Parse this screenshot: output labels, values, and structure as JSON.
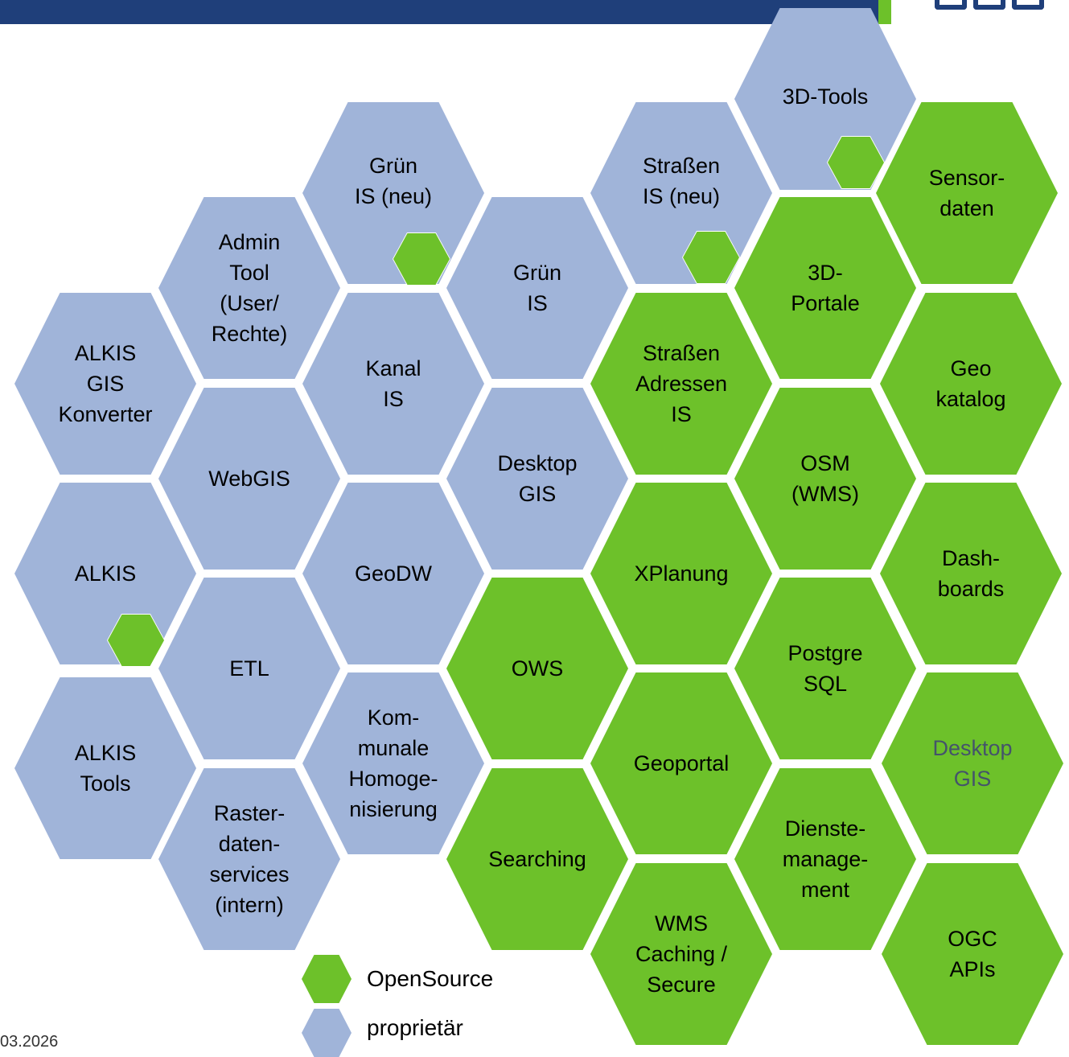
{
  "footer": {
    "date": "03.2026"
  },
  "legend": {
    "opensource": "OpenSource",
    "proprietary": "proprietär"
  },
  "colors": {
    "proprietary": "#a0b4d9",
    "opensource": "#6dc12a",
    "header": "#1f3f7a"
  },
  "hexagons": {
    "tools3d": "3D-Tools",
    "gruen_neu": "Grün\nIS (neu)",
    "strassen_neu": "Straßen\nIS (neu)",
    "sensordaten": "Sensor-\ndaten",
    "admin_tool": "Admin\nTool\n(User/\nRechte)",
    "gruen_is": "Grün\nIS",
    "portale3d": "3D-\nPortale",
    "alkis_gis_konverter": "ALKIS\nGIS\nKonverter",
    "kanal_is": "Kanal\nIS",
    "strassen_adressen": "Straßen\nAdressen\nIS",
    "geokatalog": "Geo\nkatalog",
    "webgis": "WebGIS",
    "desktop_gis_prop": "Desktop\nGIS",
    "osm_wms": "OSM\n(WMS)",
    "alkis": "ALKIS",
    "geodw": "GeoDW",
    "xplanung": "XPlanung",
    "dashboards": "Dash-\nboards",
    "etl": "ETL",
    "ows": "OWS",
    "postgresql": "Postgre\nSQL",
    "alkis_tools": "ALKIS\nTools",
    "kommunale": "Kom-\nmunale\nHomoge-\nnisierung",
    "geoportal": "Geoportal",
    "desktop_gis_os": "Desktop\nGIS",
    "rasterdaten": "Raster-\ndaten-\nservices\n(intern)",
    "searching": "Searching",
    "dienstemanagement": "Dienste-\nmanage-\nment",
    "wms_caching": "WMS\nCaching /\nSecure",
    "ogc_apis": "OGC\nAPIs"
  }
}
